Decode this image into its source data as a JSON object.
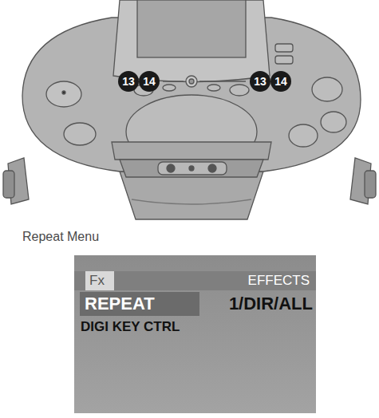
{
  "diagram": {
    "nodes": [
      {
        "text": [
          "EFFECTS",
          "1/DIR/ALL",
          "DIGI KEY CTRL"
        ]
      },
      {
        "text": [
          "Fx"
        ],
        "in": 0
      },
      {
        "text": [
          "REPEAT"
        ],
        "in": 0
      }
    ],
    "labels": [
      "13",
      "14",
      "13",
      "14",
      "Repeat Menu"
    ]
  }
}
